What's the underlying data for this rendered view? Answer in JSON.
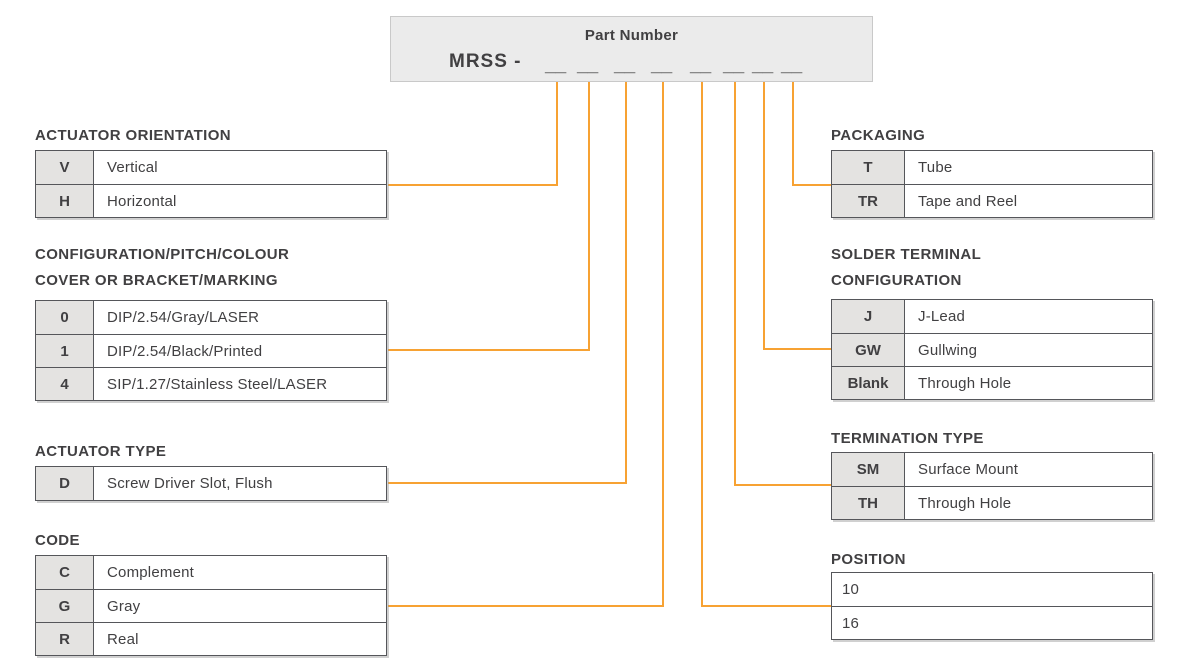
{
  "part_number_box": {
    "title": "Part Number",
    "prefix": "MRSS -",
    "blanks": [
      "__",
      "__",
      "__",
      "__",
      "__",
      "__",
      "__",
      "__"
    ]
  },
  "colors": {
    "accent_orange": "#F7A233",
    "table_border": "#55565A",
    "key_cell_bg": "#E4E3E1",
    "box_bg": "#EBEBEB",
    "text": "#414042"
  },
  "sections": [
    {
      "id": "actuator-orientation",
      "title_lines": [
        "ACTUATOR ORIENTATION"
      ],
      "side": "left",
      "rows": [
        {
          "key": "V",
          "label": "Vertical"
        },
        {
          "key": "H",
          "label": "Horizontal"
        }
      ]
    },
    {
      "id": "configuration-pitch-colour",
      "title_lines": [
        "CONFIGURATION/PITCH/COLOUR",
        "COVER OR BRACKET/MARKING"
      ],
      "side": "left",
      "rows": [
        {
          "key": "0",
          "label": "DIP/2.54/Gray/LASER"
        },
        {
          "key": "1",
          "label": "DIP/2.54/Black/Printed"
        },
        {
          "key": "4",
          "label": "SIP/1.27/Stainless Steel/LASER"
        }
      ]
    },
    {
      "id": "actuator-type",
      "title_lines": [
        "ACTUATOR TYPE"
      ],
      "side": "left",
      "rows": [
        {
          "key": "D",
          "label": "Screw Driver Slot, Flush"
        }
      ]
    },
    {
      "id": "code",
      "title_lines": [
        "CODE"
      ],
      "side": "left",
      "rows": [
        {
          "key": "C",
          "label": "Complement"
        },
        {
          "key": "G",
          "label": "Gray"
        },
        {
          "key": "R",
          "label": "Real"
        }
      ]
    },
    {
      "id": "packaging",
      "title_lines": [
        "PACKAGING"
      ],
      "side": "right",
      "rows": [
        {
          "key": "T",
          "label": "Tube"
        },
        {
          "key": "TR",
          "label": "Tape and Reel"
        }
      ]
    },
    {
      "id": "solder-terminal-configuration",
      "title_lines": [
        "SOLDER TERMINAL",
        "CONFIGURATION"
      ],
      "side": "right",
      "rows": [
        {
          "key": "J",
          "label": "J-Lead"
        },
        {
          "key": "GW",
          "label": "Gullwing"
        },
        {
          "key": "Blank",
          "label": "Through Hole"
        }
      ]
    },
    {
      "id": "termination-type",
      "title_lines": [
        "TERMINATION TYPE"
      ],
      "side": "right",
      "rows": [
        {
          "key": "SM",
          "label": "Surface Mount"
        },
        {
          "key": "TH",
          "label": "Through Hole"
        }
      ]
    },
    {
      "id": "position",
      "title_lines": [
        "POSITION"
      ],
      "side": "right",
      "rows": [
        {
          "label": "10"
        },
        {
          "label": "16"
        }
      ]
    }
  ],
  "connections": [
    {
      "blank": 1,
      "section": "actuator-orientation"
    },
    {
      "blank": 2,
      "section": "configuration-pitch-colour"
    },
    {
      "blank": 3,
      "section": "actuator-type"
    },
    {
      "blank": 4,
      "section": "code"
    },
    {
      "blank": 5,
      "section": "position"
    },
    {
      "blank": 6,
      "section": "termination-type"
    },
    {
      "blank": 7,
      "section": "solder-terminal-configuration"
    },
    {
      "blank": 8,
      "section": "packaging"
    }
  ]
}
